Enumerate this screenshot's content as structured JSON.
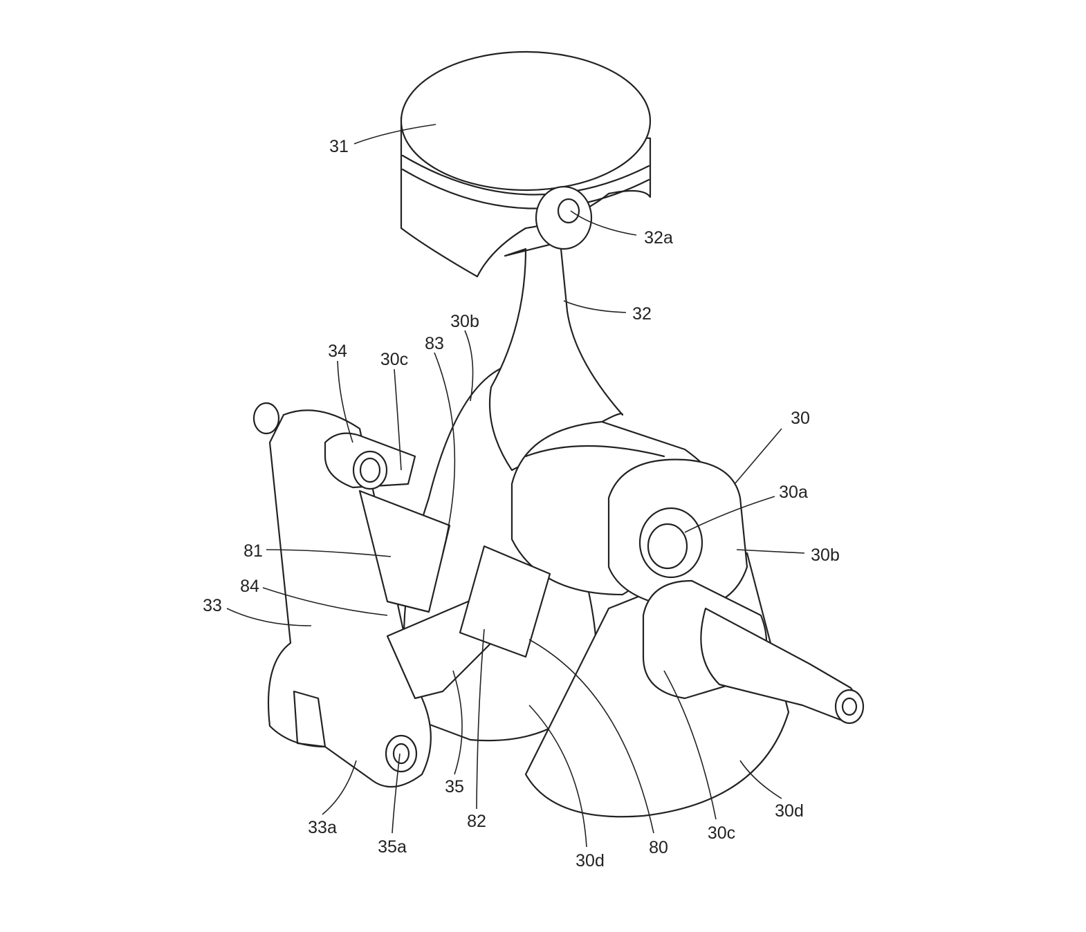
{
  "figure": {
    "labels": {
      "piston": "31",
      "piston_pin": "32a",
      "connecting_rod": "32",
      "web_upper": "30b",
      "part_83": "83",
      "pin_34": "34",
      "journal_left": "30c",
      "crankshaft": "30",
      "crank_pin": "30a",
      "web_right": "30b",
      "part_81": "81",
      "part_84": "84",
      "link_33": "33",
      "link_35": "35",
      "part_82": "82",
      "end_33a": "33a",
      "pin_35a": "35a",
      "counterweight_right": "30d",
      "journal_right": "30c",
      "part_80": "80",
      "counterweight_center": "30d"
    }
  }
}
